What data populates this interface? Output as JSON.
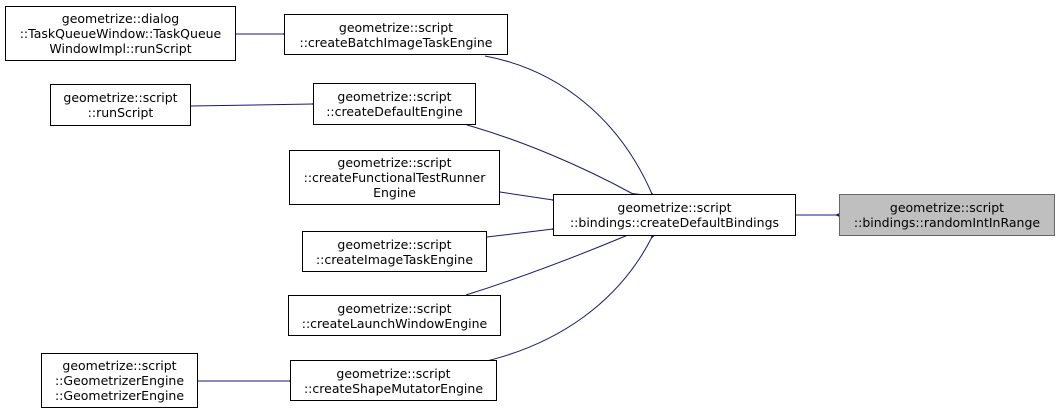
{
  "colors": {
    "edge": "#191970",
    "node_border": "#000000",
    "node_fill": "#ffffff",
    "highlight_fill": "#bfbfbf",
    "highlight_border": "#666666"
  },
  "nodes": [
    {
      "id": "runScriptDialog",
      "lines": [
        "geometrize::dialog",
        "::TaskQueueWindow::TaskQueue",
        "WindowImpl::runScript"
      ]
    },
    {
      "id": "createBatch",
      "lines": [
        "geometrize::script",
        "::createBatchImageTaskEngine"
      ]
    },
    {
      "id": "runScript",
      "lines": [
        "geometrize::script",
        "::runScript"
      ]
    },
    {
      "id": "createDefaultEngine",
      "lines": [
        "geometrize::script",
        "::createDefaultEngine"
      ]
    },
    {
      "id": "createFunctional",
      "lines": [
        "geometrize::script",
        "::createFunctionalTestRunner",
        "Engine"
      ]
    },
    {
      "id": "createImageTask",
      "lines": [
        "geometrize::script",
        "::createImageTaskEngine"
      ]
    },
    {
      "id": "createLaunch",
      "lines": [
        "geometrize::script",
        "::createLaunchWindowEngine"
      ]
    },
    {
      "id": "geomEngine",
      "lines": [
        "geometrize::script",
        "::GeometrizerEngine",
        "::GeometrizerEngine"
      ]
    },
    {
      "id": "createShape",
      "lines": [
        "geometrize::script",
        "::createShapeMutatorEngine"
      ]
    },
    {
      "id": "createDefaultBindings",
      "lines": [
        "geometrize::script",
        "::bindings::createDefaultBindings"
      ]
    },
    {
      "id": "randomIntInRange",
      "lines": [
        "geometrize::script",
        "::bindings::randomIntInRange"
      ],
      "highlight": true
    }
  ]
}
